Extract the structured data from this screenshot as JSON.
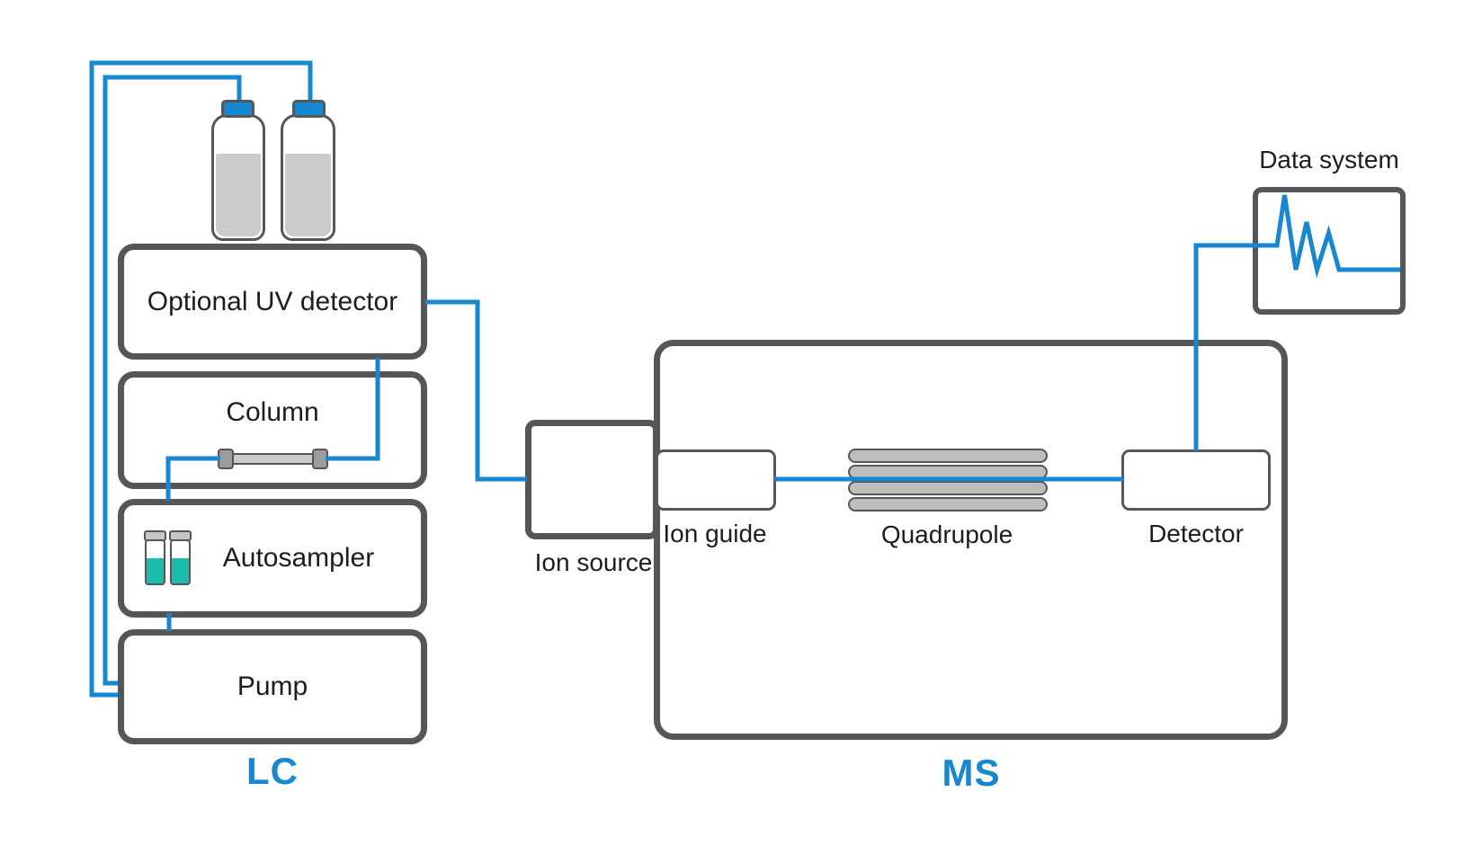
{
  "colors": {
    "accent": "#1787d0",
    "border": "#54565a",
    "text": "#1d1d1f",
    "fill_gray": "#cbcbcb",
    "rod_gray": "#bdbdbd",
    "cap_gray": "#c6c6c6",
    "teal": "#1bbcab"
  },
  "lc": {
    "label": "LC",
    "uv_detector": "Optional UV detector",
    "column": "Column",
    "autosampler": "Autosampler",
    "pump": "Pump"
  },
  "ms": {
    "label": "MS",
    "ion_source": "Ion source",
    "ion_guide": "Ion guide",
    "quadrupole": "Quadrupole",
    "detector": "Detector"
  },
  "data_system": {
    "label": "Data system"
  }
}
